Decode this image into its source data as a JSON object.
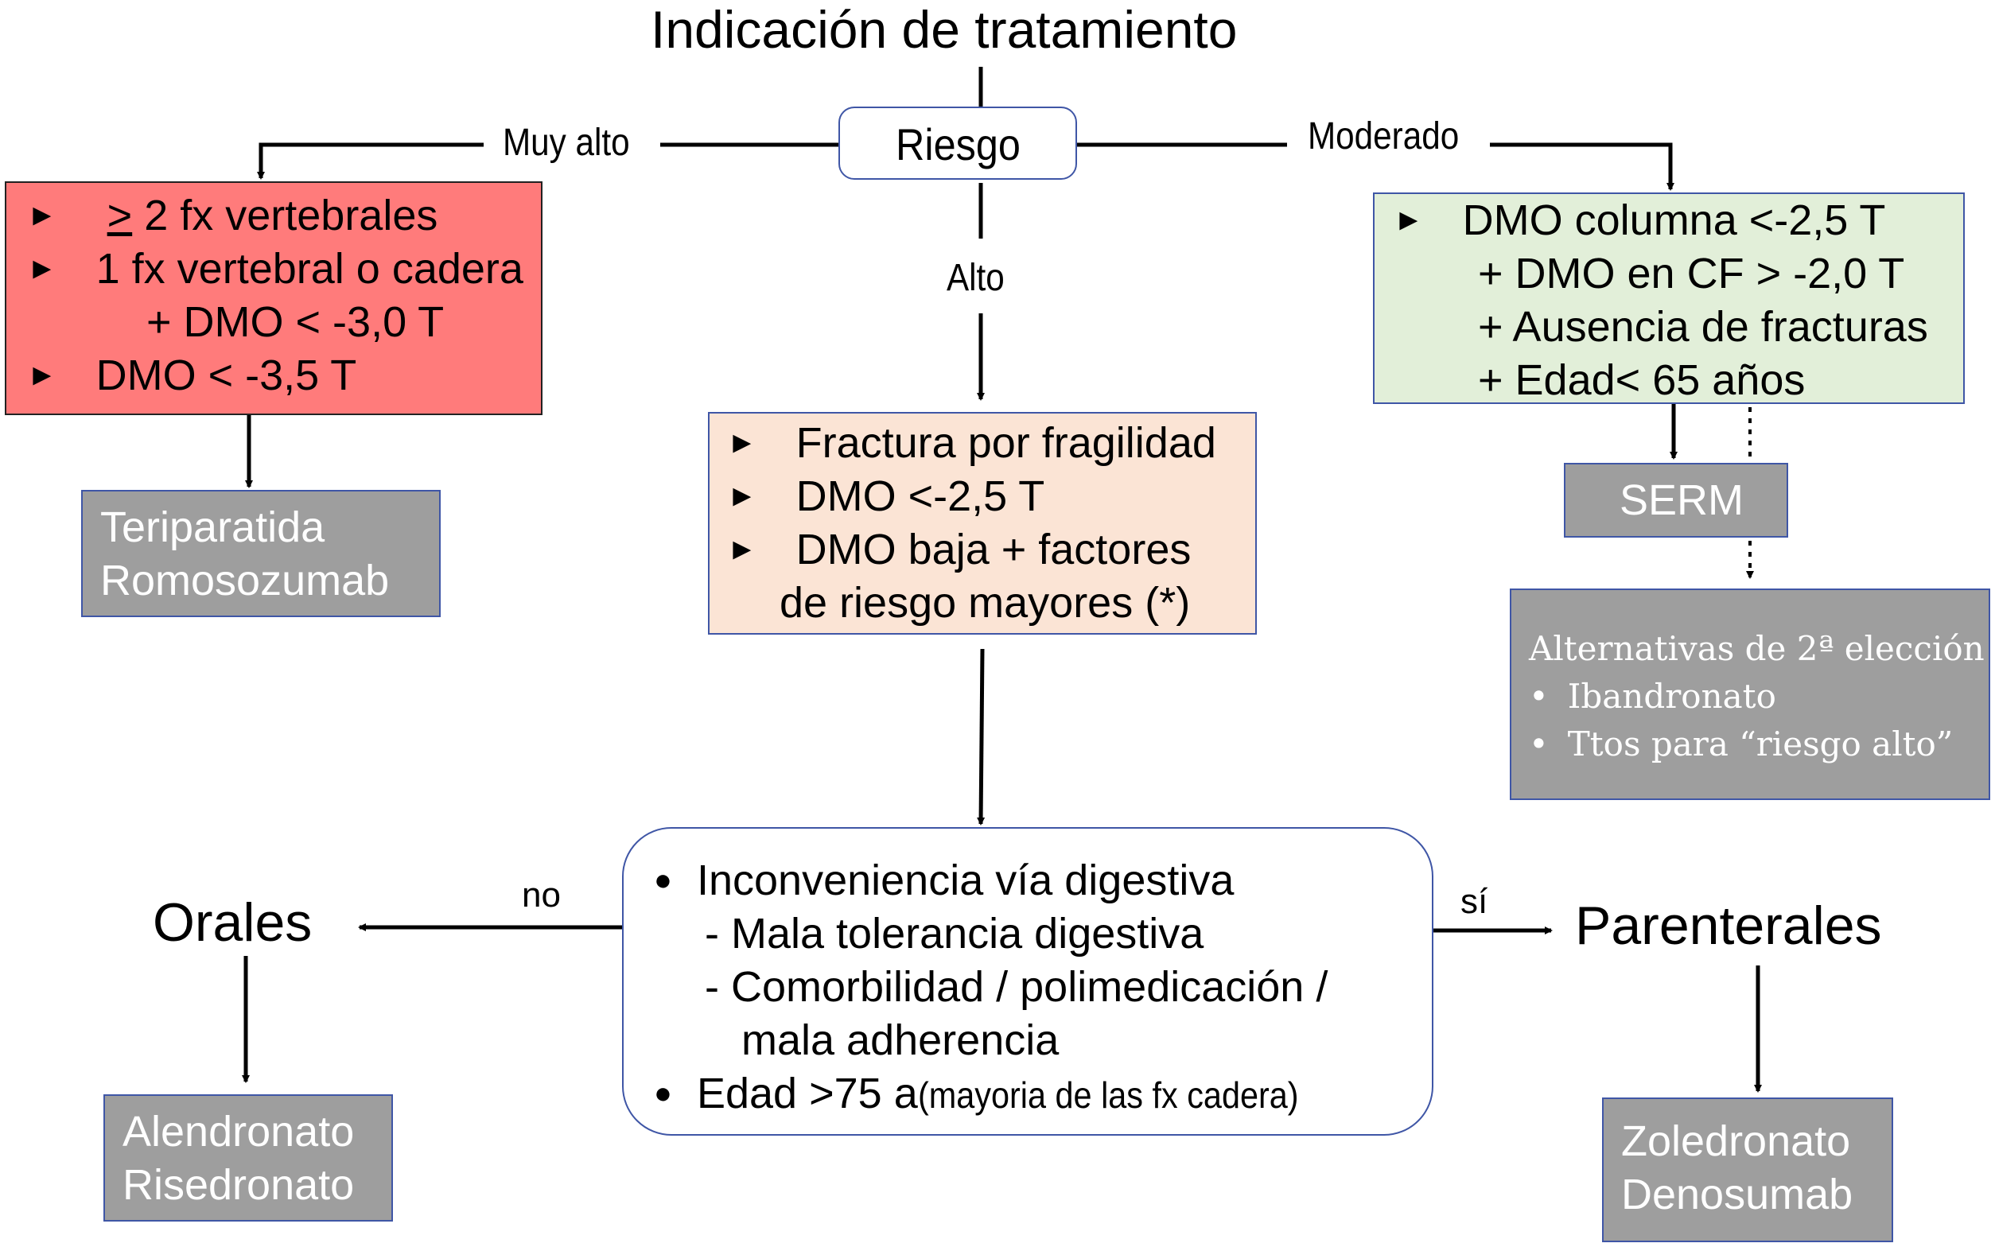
{
  "title": "Indicación de tratamiento",
  "risk": {
    "label": "Riesgo",
    "branches": {
      "very_high": "Muy alto",
      "high": "Alto",
      "moderate": "Moderado"
    }
  },
  "very_high_box": {
    "bullet": "►",
    "ge_symbol": ">",
    "item1_rest": " 2 fx vertebrales",
    "item2_line1": "1 fx vertebral o cadera",
    "item2_line2": "+ DMO < -3,0 T",
    "item3": "DMO < -3,5 T"
  },
  "very_high_treatment": [
    "Teriparatida",
    "Romosozumab"
  ],
  "high_box": {
    "bullet": "►",
    "item1": "Fractura por fragilidad",
    "item2": "DMO <-2,5 T",
    "item3_line1": "DMO baja + factores",
    "item3_line2": "de riesgo mayores (*)"
  },
  "moderate_box": {
    "bullet": "►",
    "line1": "DMO columna <-2,5 T",
    "line2": "+ DMO en CF > -2,0 T",
    "line3": "+ Ausencia de fracturas",
    "line4": "+ Edad< 65 años"
  },
  "moderate_treatment": "SERM",
  "alternatives": {
    "heading": "Alternativas de 2ª elección",
    "bullet": "•",
    "items": [
      "Ibandronato",
      "Ttos para “riesgo alto”"
    ]
  },
  "route_box": {
    "bullet": "●",
    "line1": "Inconveniencia vía digestiva",
    "line2": "- Mala tolerancia digestiva",
    "line3": "- Comorbilidad / polimedicación /",
    "line4": "mala adherencia",
    "line5_main": "Edad >75 a",
    "line5_note": " (mayoria de las fx cadera)"
  },
  "route_branches": {
    "no": "no",
    "yes": "sí"
  },
  "oral": {
    "label": "Orales",
    "treatments": [
      "Alendronato",
      "Risedronato"
    ]
  },
  "parenteral": {
    "label": "Parenterales",
    "treatments": [
      "Zoledronato",
      "Denosumab"
    ]
  }
}
